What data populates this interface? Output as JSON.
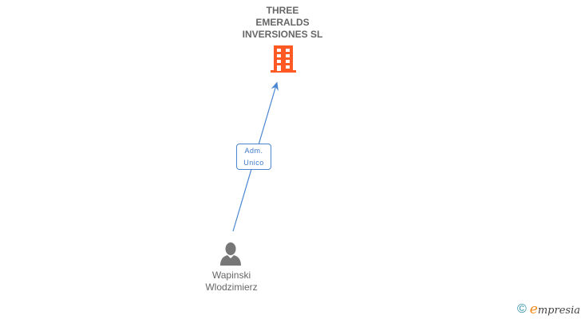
{
  "nodes": {
    "company": {
      "name_lines": [
        "THREE",
        "EMERALDS",
        "INVERSIONES SL"
      ],
      "icon": "building-icon",
      "color": "#ff5a24"
    },
    "person": {
      "name_lines": [
        "Wapinski",
        "Wlodzimierz"
      ],
      "icon": "person-icon",
      "color": "#777777"
    }
  },
  "edges": [
    {
      "from": "person",
      "to": "company",
      "role_lines": [
        "Adm.",
        "Unico"
      ],
      "color": "#4a86d1"
    }
  ],
  "footer": {
    "copyright_symbol": "©",
    "brand_initial": "e",
    "brand_rest": "mpresia"
  }
}
